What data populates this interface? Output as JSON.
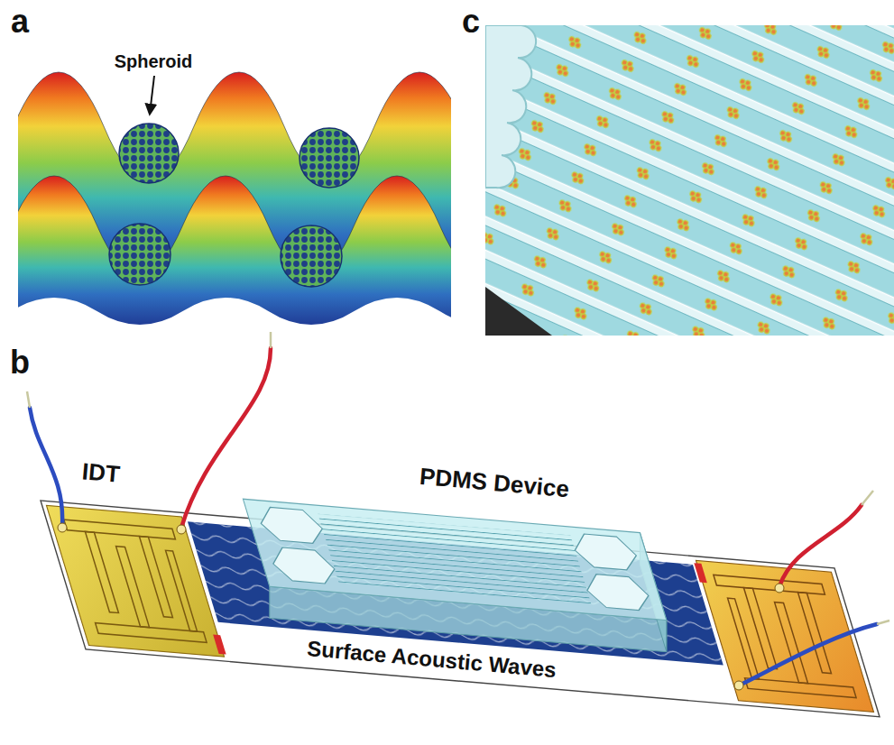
{
  "diagram": {
    "labels": [
      "a",
      "Spheroid",
      "c",
      "b",
      "IDT",
      "PDMS Device",
      "Surface Acoustic Waves"
    ]
  }
}
